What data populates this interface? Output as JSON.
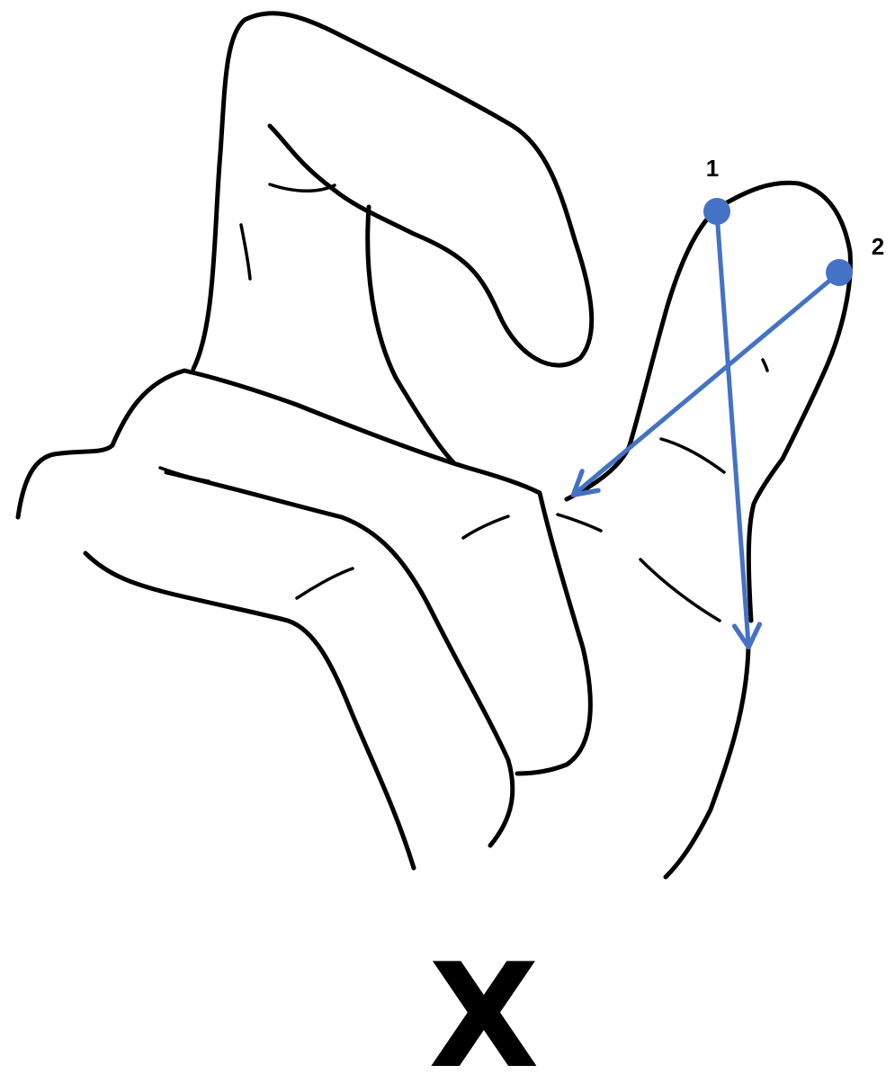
{
  "letter": "X",
  "accent_color": "#4472C4",
  "stroke_labels": [
    "1",
    "2"
  ]
}
